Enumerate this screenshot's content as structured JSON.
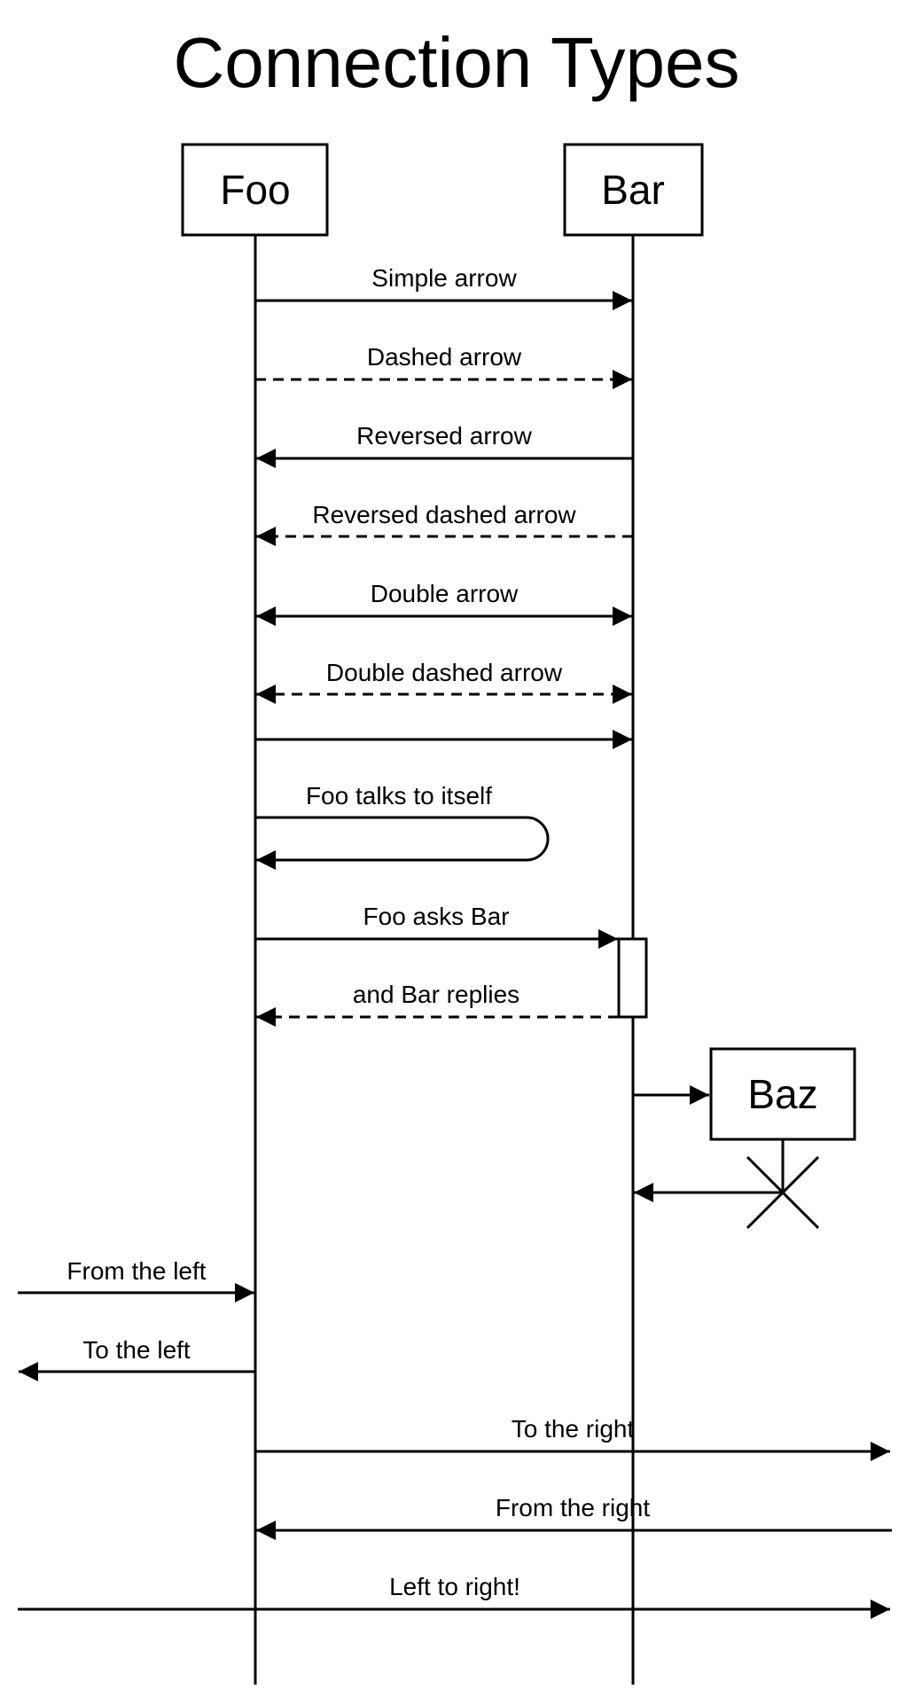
{
  "title": "Connection Types",
  "participants": [
    {
      "id": "foo",
      "label": "Foo"
    },
    {
      "id": "bar",
      "label": "Bar"
    },
    {
      "id": "baz",
      "label": "Baz"
    }
  ],
  "messages": [
    {
      "label": "Simple arrow",
      "from": "Foo",
      "to": "Bar",
      "style": "solid"
    },
    {
      "label": "Dashed arrow",
      "from": "Foo",
      "to": "Bar",
      "style": "dashed"
    },
    {
      "label": "Reversed arrow",
      "from": "Bar",
      "to": "Foo",
      "style": "solid"
    },
    {
      "label": "Reversed dashed arrow",
      "from": "Bar",
      "to": "Foo",
      "style": "dashed"
    },
    {
      "label": "Double arrow",
      "from": "Foo",
      "to": "Bar",
      "style": "solid",
      "bidirectional": true
    },
    {
      "label": "Double dashed arrow",
      "from": "Foo",
      "to": "Bar",
      "style": "dashed",
      "bidirectional": true
    },
    {
      "label": "",
      "from": "Foo",
      "to": "Bar",
      "style": "solid"
    },
    {
      "label": "Foo talks to itself",
      "from": "Foo",
      "to": "Foo",
      "style": "solid"
    },
    {
      "label": "Foo asks Bar",
      "from": "Foo",
      "to": "Bar",
      "style": "solid"
    },
    {
      "label": "and Bar replies",
      "from": "Bar",
      "to": "Foo",
      "style": "dashed"
    },
    {
      "label": "",
      "from": "Bar",
      "to": "Baz",
      "style": "solid"
    },
    {
      "label": "",
      "from": "Baz",
      "to": "Bar",
      "style": "solid",
      "note": "Baz destroyed"
    },
    {
      "label": "From the left",
      "from": "left edge",
      "to": "Foo",
      "style": "solid"
    },
    {
      "label": "To the left",
      "from": "Foo",
      "to": "left edge",
      "style": "solid"
    },
    {
      "label": "To the right",
      "from": "Foo",
      "to": "right edge",
      "style": "solid"
    },
    {
      "label": "From the right",
      "from": "right edge",
      "to": "Foo",
      "style": "solid"
    },
    {
      "label": "Left to right!",
      "from": "left edge",
      "to": "right edge",
      "style": "solid"
    }
  ]
}
